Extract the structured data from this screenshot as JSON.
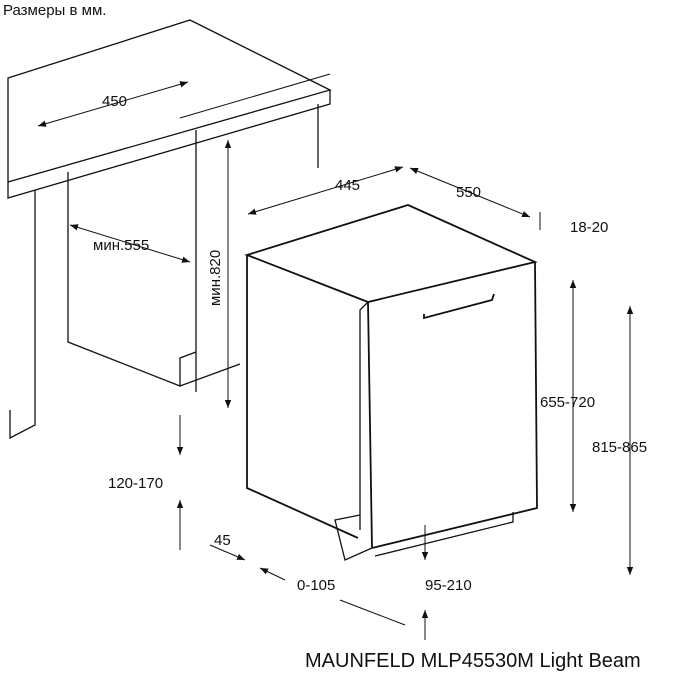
{
  "units_note": "Размеры в мм.",
  "caption": "MAUNFELD MLP45530M Light Beam",
  "dimensions": {
    "width_niche": "450",
    "depth_niche": "мин.555",
    "height_niche": "мин.820",
    "width_machine": "445",
    "depth_machine": "550",
    "door_gap": "18-20",
    "door_height": "655-720",
    "total_height": "815-865",
    "plinth_height": "120-170",
    "plinth_depth": "45",
    "plinth_offset": "0-105",
    "feet_height": "95-210"
  }
}
